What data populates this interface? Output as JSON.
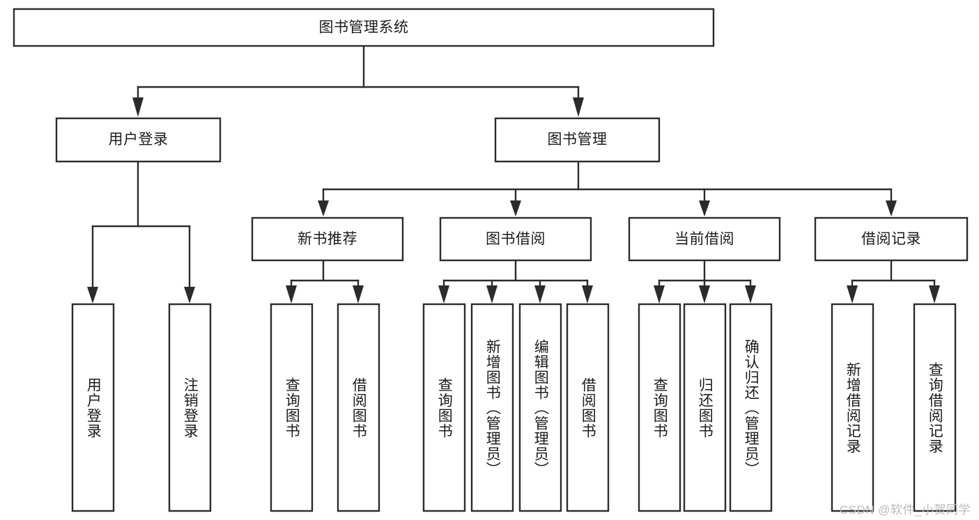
{
  "diagram": {
    "title": "图书管理系统",
    "type": "tree",
    "watermark": "CSDN @软件_小贺同学",
    "colors": {
      "stroke": "#2b2b2b",
      "box_fill": "#ffffff",
      "text": "#1b1b1b",
      "watermark": "#b9b9b9",
      "background": "#ffffff"
    },
    "nodes": {
      "root": {
        "label": "图书管理系统"
      },
      "level2": [
        {
          "id": "user-login",
          "label": "用户登录"
        },
        {
          "id": "book-manage",
          "label": "图书管理"
        }
      ],
      "level3": [
        {
          "id": "new-book-recommend",
          "label": "新书推荐"
        },
        {
          "id": "book-borrow",
          "label": "图书借阅"
        },
        {
          "id": "current-borrow",
          "label": "当前借阅"
        },
        {
          "id": "borrow-record",
          "label": "借阅记录"
        }
      ],
      "leaves": {
        "user-login": [
          {
            "id": "leaf-user-login",
            "label": "用户登录"
          },
          {
            "id": "leaf-logout-login",
            "label": "注销登录"
          }
        ],
        "new-book-recommend": [
          {
            "id": "leaf-query-book-1",
            "label": "查询图书"
          },
          {
            "id": "leaf-borrow-book-1",
            "label": "借阅图书"
          }
        ],
        "book-borrow": [
          {
            "id": "leaf-query-book-2",
            "label": "查询图书"
          },
          {
            "id": "leaf-add-book",
            "label": "新增图书（管理员）"
          },
          {
            "id": "leaf-edit-book",
            "label": "编辑图书（管理员）"
          },
          {
            "id": "leaf-borrow-book-2",
            "label": "借阅图书"
          }
        ],
        "current-borrow": [
          {
            "id": "leaf-query-book-3",
            "label": "查询图书"
          },
          {
            "id": "leaf-return-book",
            "label": "归还图书"
          },
          {
            "id": "leaf-confirm-return",
            "label": "确认归还（管理员）"
          }
        ],
        "borrow-record": [
          {
            "id": "leaf-add-record",
            "label": "新增借阅记录"
          },
          {
            "id": "leaf-query-record",
            "label": "查询借阅记录"
          }
        ]
      }
    }
  }
}
